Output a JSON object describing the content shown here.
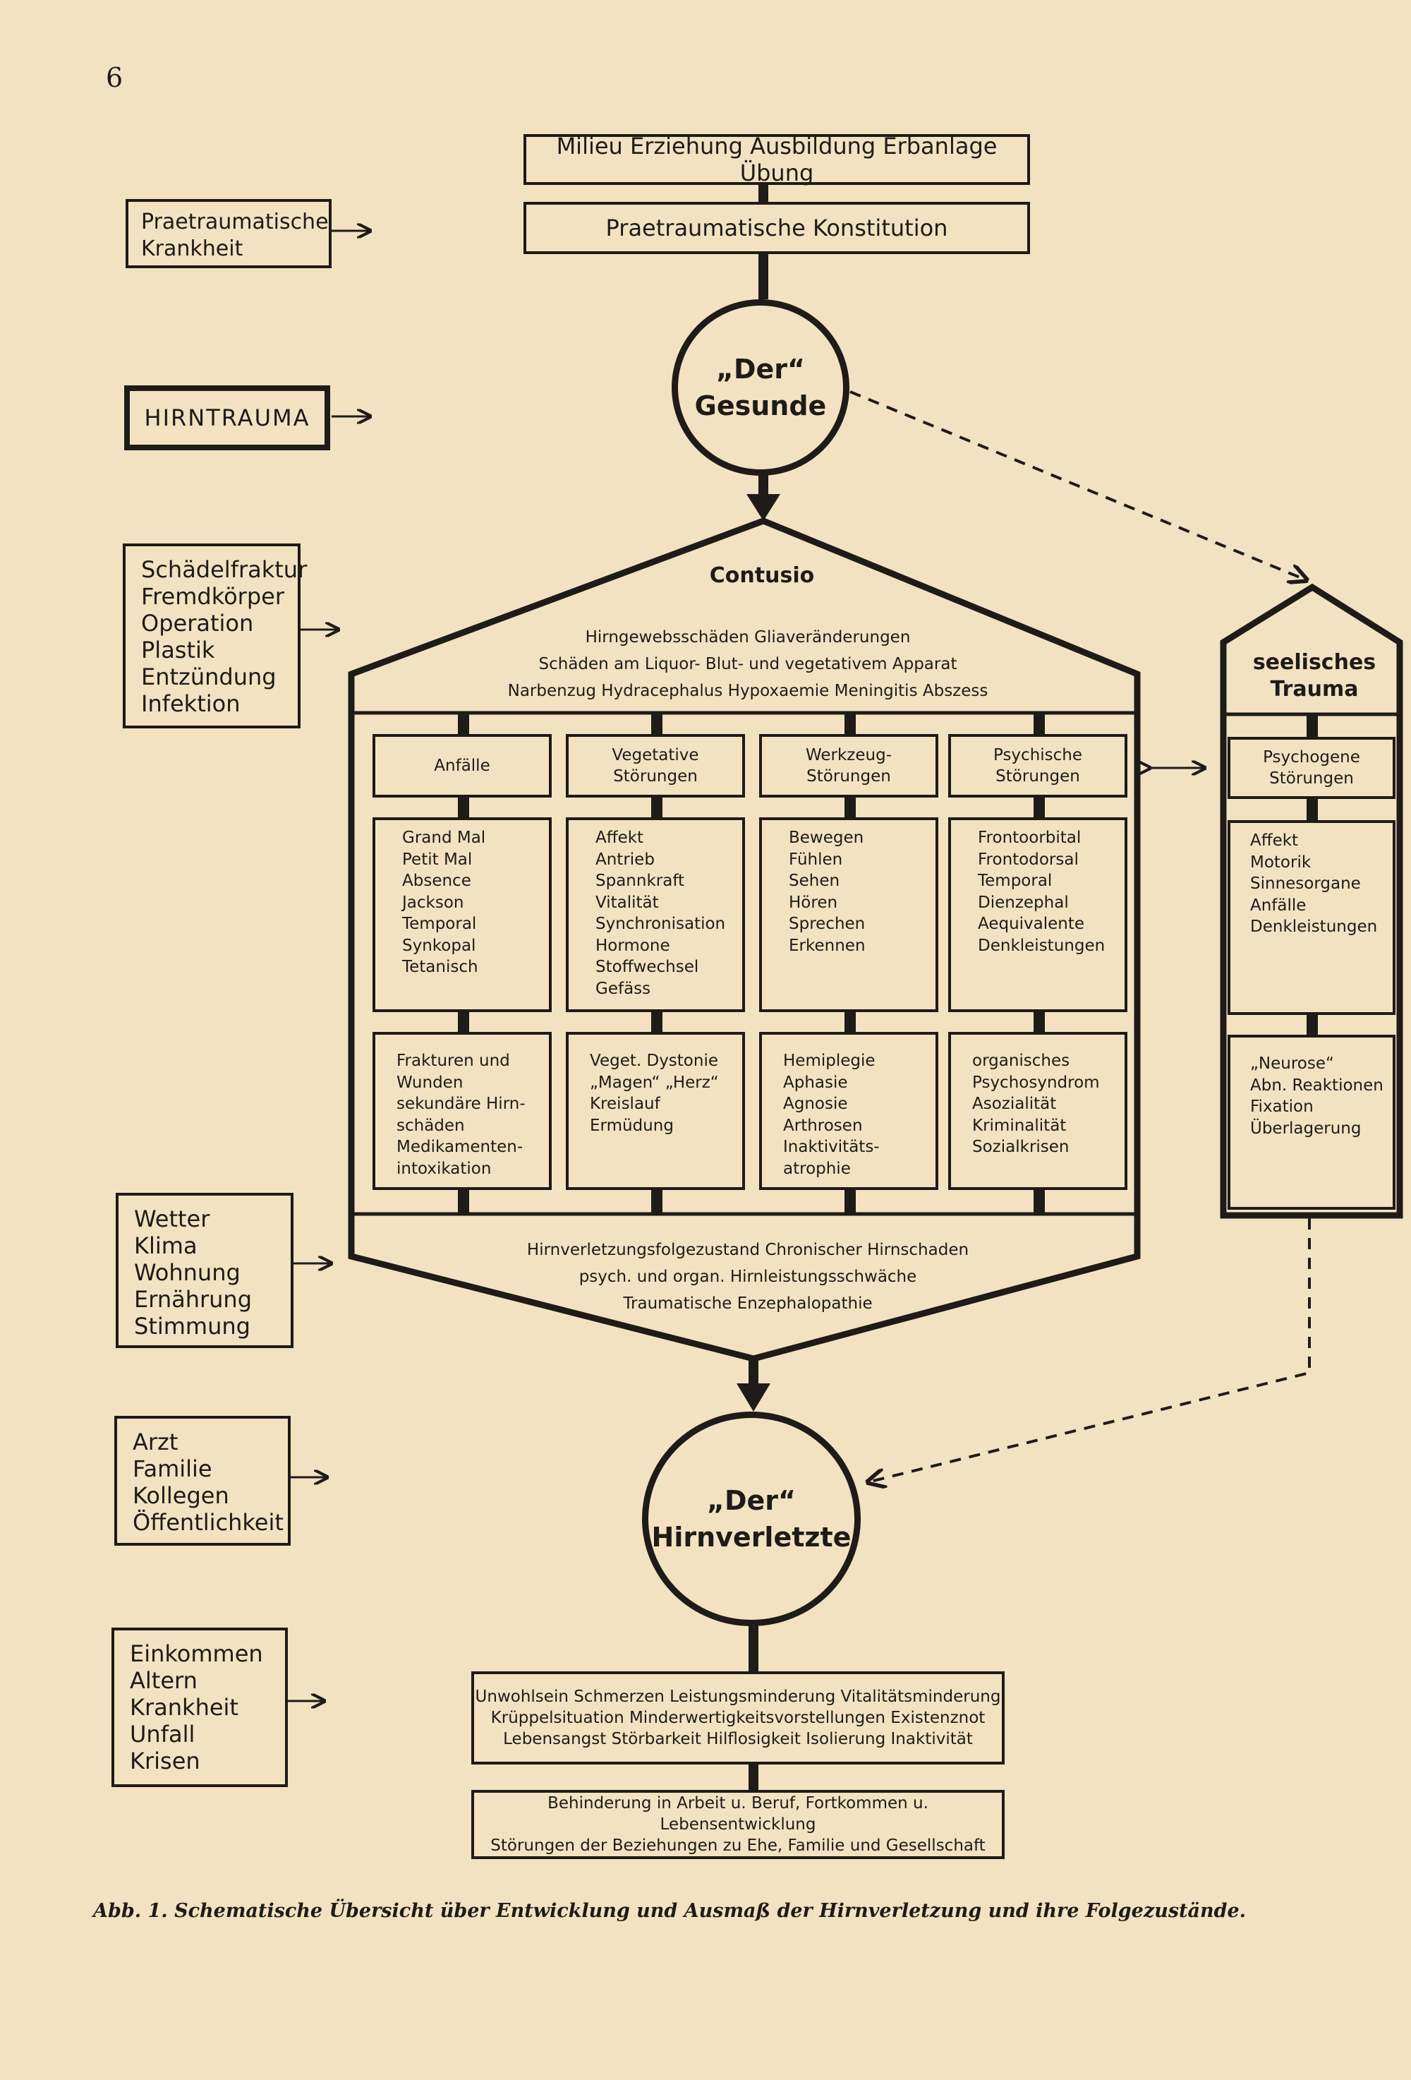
{
  "page_number": "6",
  "top": {
    "influences": "Milieu Erziehung Ausbildung Erbanlage Übung",
    "constitution": "Praetraumatische Konstitution"
  },
  "healthy": "„Der“\nGesunde",
  "injured": "„Der“\nHirnverletzte",
  "side": {
    "pre_illness": "Praetraumatische\nKrankheit",
    "brain_trauma": "HIRNTRAUMA",
    "complications": "Schädelfraktur\nFremdkörper\nOperation\nPlastik\nEntzündung\nInfektion",
    "environment": "Wetter\nKlima\nWohnung\nErnährung\nStimmung",
    "social": "Arzt\nFamilie\nKollegen\nÖffentlichkeit",
    "life": "Einkommen\nAltern\nKrankheit\nUnfall\nKrisen"
  },
  "contusio": {
    "title": "Contusio",
    "damage": "Hirngewebsschäden Gliaveränderungen\nSchäden am Liquor- Blut- und vegetativem Apparat\nNarbenzug Hydracephalus Hypoxaemie Meningitis Abszess",
    "result": "Hirnverletzungsfolgezustand Chronischer Hirnschaden\npsych. und organ. Hirnleistungsschwäche\nTraumatische Enzephalopathie"
  },
  "columns": [
    {
      "category": "Anfälle",
      "symptoms": "Grand Mal\nPetit Mal\nAbsence\nJackson\nTemporal\nSynkopal\nTetanisch",
      "consequences": "Frakturen und\nWunden\nsekundäre Hirn-\nschäden\nMedikamenten-\nintoxikation"
    },
    {
      "category": "Vegetative\nStörungen",
      "symptoms": "Affekt\nAntrieb\nSpannkraft\nVitalität\nSynchronisation\nHormone\nStoffwechsel\nGefäss",
      "consequences": "Veget. Dystonie\n„Magen“ „Herz“\nKreislauf\nErmüdung"
    },
    {
      "category": "Werkzeug-\nStörungen",
      "symptoms": "Bewegen\nFühlen\nSehen\nHören\nSprechen\nErkennen",
      "consequences": "Hemiplegie\nAphasie\nAgnosie\nArthrosen\nInaktivitäts-\natrophie"
    },
    {
      "category": "Psychische\nStörungen",
      "symptoms": "Frontoorbital\nFrontodorsal\nTemporal\nDienzephal\nAequivalente\nDenkleistungen",
      "consequences": "organisches\nPsychosyndrom\nAsozialität\nKriminalität\nSozialkrisen"
    }
  ],
  "psych_trauma": {
    "title": "seelisches\nTrauma",
    "category": "Psychogene\nStörungen",
    "symptoms": "Affekt\nMotorik\nSinnesorgane\nAnfälle\nDenkleistungen",
    "consequences": "„Neurose“\nAbn. Reaktionen\nFixation\nÜberlagerung"
  },
  "outcome": {
    "complaints": "Unwohlsein Schmerzen Leistungsminderung Vitalitätsminderung\nKrüppelsituation Minderwertigkeitsvorstellungen Existenznot\nLebensangst Störbarkeit Hilflosigkeit Isolierung Inaktivität",
    "impairments": "Behinderung in Arbeit u. Beruf, Fortkommen u. Lebensentwicklung\nStörungen der Beziehungen zu Ehe, Familie und Gesellschaft"
  },
  "caption": "Abb. 1. Schematische Übersicht über Entwicklung und Ausmaß der Hirnverletzung und ihre Folgezustände."
}
